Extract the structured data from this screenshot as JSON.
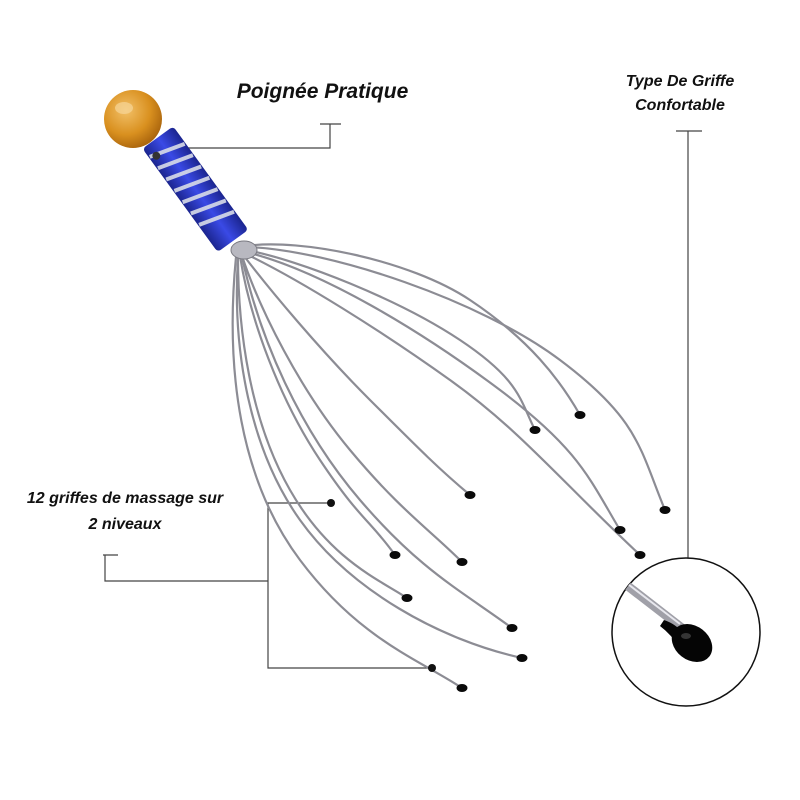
{
  "labels": {
    "handle": "Poignée Pratique",
    "claw_line1": "Type De Griffe",
    "claw_line2": "Confortable",
    "levels_line1": "12 griffes de massage sur",
    "levels_line2": "2 niveaux"
  },
  "colors": {
    "wood_ball": "#d9901f",
    "handle_blue": "#2a36c8",
    "wire": "#8c8c94",
    "tip": "#0a0a0a",
    "callout_line": "#444444"
  }
}
